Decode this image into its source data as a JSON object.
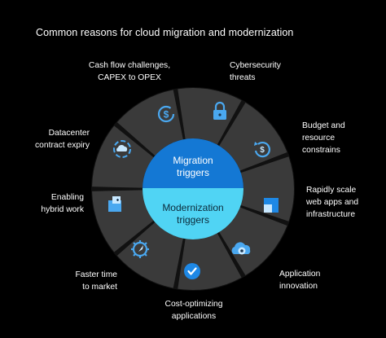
{
  "title": "Common reasons for cloud migration and modernization",
  "center": {
    "top_line1": "Migration",
    "top_line2": "triggers",
    "bottom_line1": "Modernization",
    "bottom_line2": "triggers"
  },
  "reasons": [
    {
      "line1": "Cash flow challenges,",
      "line2": "CAPEX to OPEX",
      "icon": "dollar-icon"
    },
    {
      "line1": "Cybersecurity",
      "line2": "threats",
      "icon": "lock-icon"
    },
    {
      "line1": "Budget and",
      "line2": "resource",
      "line3": "constrains",
      "icon": "cost-refresh-icon"
    },
    {
      "line1": "Rapidly scale",
      "line2": "web apps and",
      "line3": "infrastructure",
      "icon": "scale-icon"
    },
    {
      "line1": "Application",
      "line2": "innovation",
      "icon": "cloud-gear-icon"
    },
    {
      "line1": "Cost-optimizing",
      "line2": "applications",
      "icon": "checkmark-icon"
    },
    {
      "line1": "Faster time",
      "line2": "to market",
      "icon": "rocket-icon"
    },
    {
      "line1": "Enabling",
      "line2": "hybrid work",
      "icon": "hybrid-icon"
    },
    {
      "line1": "Datacenter",
      "line2": "contract expiry",
      "icon": "cloud-cycle-icon"
    }
  ],
  "colors": {
    "background": "#000000",
    "ring": "#3a3a3a",
    "migration": "#1478d4",
    "modernization": "#50d4f4",
    "icon_blue": "#4aa8f0",
    "icon_light": "#c8e8ff"
  }
}
